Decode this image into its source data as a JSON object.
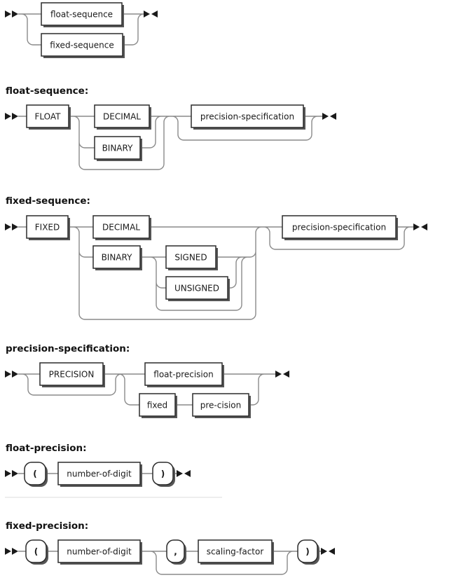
{
  "page": {
    "background": "#ffffff"
  },
  "colors": {
    "connector_line": "#8a8a8a",
    "box_border": "#2b2b2b",
    "box_fill": "#ffffff",
    "box_shadow": "#565656",
    "text": "#1a1a1a",
    "divider": "#e3e3e3"
  },
  "choice_diagram": {
    "float_option": "float-sequence",
    "fixed_option": "fixed-sequence"
  },
  "float_sequence": {
    "heading": "float-sequence:",
    "keyword": "FLOAT",
    "decimal": "DECIMAL",
    "binary": "BINARY",
    "precision_ref": "precision-specification"
  },
  "fixed_sequence": {
    "heading": "fixed-sequence:",
    "keyword": "FIXED",
    "decimal": "DECIMAL",
    "binary": "BINARY",
    "signed": "SIGNED",
    "unsigned": "UNSIGNED",
    "precision_ref": "precision-specification"
  },
  "precision_specification": {
    "heading": "precision-specification:",
    "keyword": "PRECISION",
    "float_ref": "float-precision",
    "fixed_keyword": "fixed",
    "precision_ref": "pre-cision"
  },
  "float_precision": {
    "heading": "float-precision:",
    "open_paren": "(",
    "number_ref": "number-of-digit",
    "close_paren": ")"
  },
  "fixed_precision": {
    "heading": "fixed-precision:",
    "open_paren": "(",
    "number_ref": "number-of-digit",
    "comma": ",",
    "scaling_ref": "scaling-factor",
    "close_paren": ")"
  }
}
